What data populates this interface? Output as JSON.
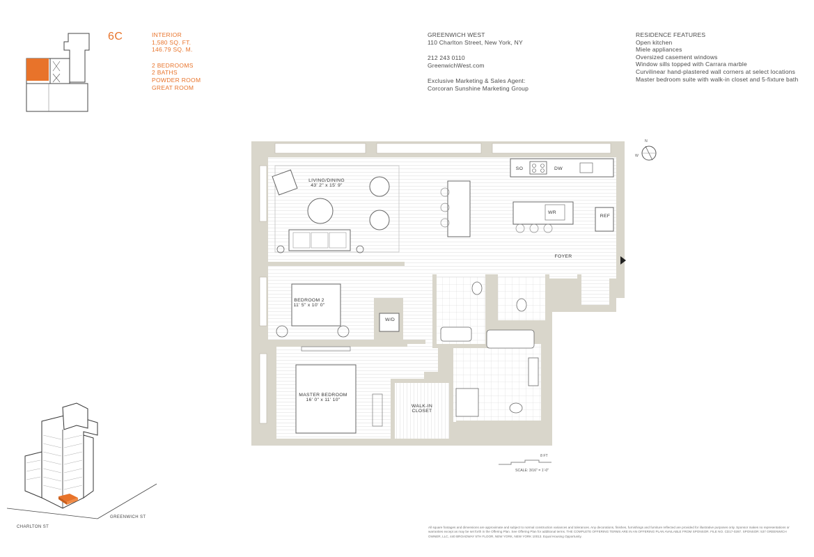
{
  "unit": {
    "number": "6C"
  },
  "interior": {
    "heading": "INTERIOR",
    "sq_ft": "1,580 SQ. FT.",
    "sq_m": "146.79 SQ. M.",
    "bedrooms": "2 BEDROOMS",
    "baths": "2 BATHS",
    "powder": "POWDER ROOM",
    "great": "GREAT ROOM"
  },
  "building": {
    "name": "GREENWICH WEST",
    "address": "110 Charlton Street, New York, NY",
    "phone": "212 243 0110",
    "website": "GreenwichWest.com",
    "agent_label": "Exclusive Marketing & Sales Agent:",
    "agent": "Corcoran Sunshine Marketing Group"
  },
  "features": {
    "heading": "RESIDENCE FEATURES",
    "items": [
      "Open kitchen",
      "Miele appliances",
      "Oversized casement windows",
      "Window sills topped with Carrara marble",
      "Curvilinear hand-plastered wall corners at select locations",
      "Master bedroom suite with walk-in closet and 5-fixture bath"
    ]
  },
  "plan": {
    "living": {
      "name": "LIVING/DINING",
      "dims": "43' 2\" x 15' 9\""
    },
    "bedroom2": {
      "name": "BEDROOM 2",
      "dims": "11' 5\" x 10' 0\""
    },
    "master": {
      "name": "MASTER BEDROOM",
      "dims": "16' 0\" x 11' 10\""
    },
    "walkin": {
      "line1": "WALK-IN",
      "line2": "CLOSET"
    },
    "foyer": "FOYER",
    "so": "SO",
    "dw": "DW",
    "wr": "WR",
    "ref": "REF",
    "wd": "W/D"
  },
  "compass": {
    "north": "N",
    "west": "W"
  },
  "scale": {
    "feet": "8 FT",
    "ratio": "SCALE: 3/16\" = 1'-0\""
  },
  "streets": {
    "charlton": "CHARLTON ST",
    "greenwich": "GREENWICH ST"
  },
  "disclaimer": "All square footages and dimensions are approximate and subject to normal construction variances and tolerances. Any decorations, finishes, furnishings and furniture reflected are provided for illustrative purposes only. Sponsor makes no representations or warranties except as may be set forth in the Offering Plan. See Offering Plan for additional terms. THE COMPLETE OFFERING TERMS ARE IN AN OFFERING PLAN AVAILABLE FROM SPONSOR. FILE NO. CD17-0287. SPONSOR: 537 GREENWICH OWNER, LLC, 440 BROADWAY 5TH FLOOR, NEW YORK, NEW YORK 10013. Equal Housing Opportunity.",
  "colors": {
    "accent": "#e8732a",
    "wall": "#d9d6cb",
    "text": "#4a4a4a"
  }
}
